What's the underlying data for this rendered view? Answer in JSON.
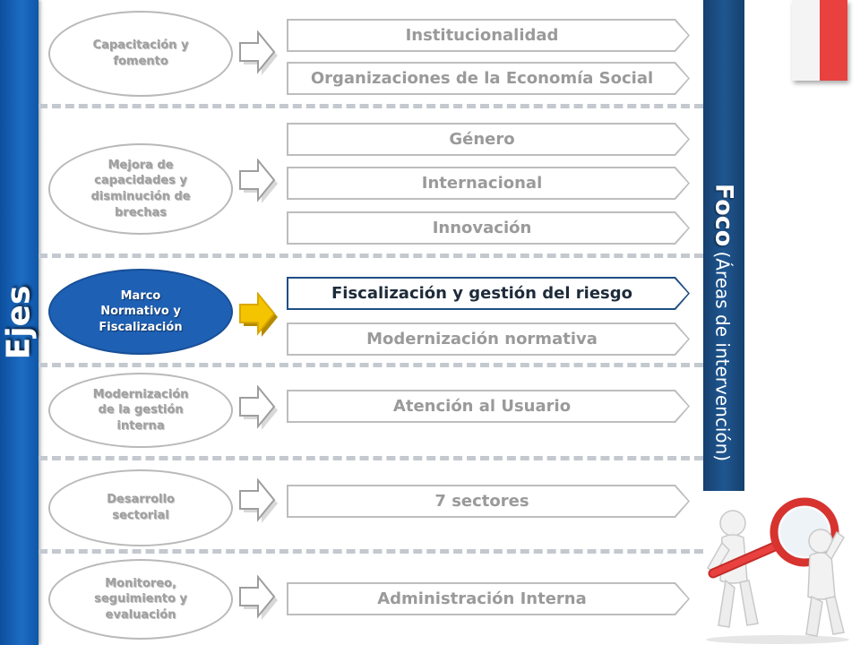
{
  "ejes_label": "Ejes",
  "foco": {
    "title": "Foco",
    "subtitle": "(Áreas de intervención)"
  },
  "ejes": [
    {
      "lines": [
        "Capacitación y",
        "fomento"
      ]
    },
    {
      "lines": [
        "Mejora de",
        "capacidades y",
        "disminución de",
        "brechas"
      ]
    },
    {
      "lines": [
        "Marco",
        "Normativo y",
        "Fiscalización"
      ],
      "active": true
    },
    {
      "lines": [
        "Modernización",
        "de la gestión",
        "interna"
      ]
    },
    {
      "lines": [
        "Desarrollo",
        "sectorial"
      ]
    },
    {
      "lines": [
        "Monitoreo,",
        "seguimiento y",
        "evaluación"
      ]
    }
  ],
  "focos": [
    {
      "label": "Institucionalidad"
    },
    {
      "label": "Organizaciones de la Economía Social"
    },
    {
      "label": "Género"
    },
    {
      "label": "Internacional"
    },
    {
      "label": "Innovación"
    },
    {
      "label": "Fiscalización y gestión del riesgo",
      "active": true
    },
    {
      "label": "Modernización normativa"
    },
    {
      "label": "Atención al Usuario"
    },
    {
      "label": "7 sectores"
    },
    {
      "label": "Administración Interna"
    }
  ],
  "colors": {
    "ejes_bar": "#1a64bd",
    "foco_bar": "#1b4a7e",
    "active_eje": "#1e60b4",
    "active_arrow": "#f5c400",
    "flag_red": "#e8413f"
  },
  "icons": [
    "arrow-right-icon",
    "active-arrow-right-icon",
    "chile-flag-icon",
    "magnifier-illustration"
  ]
}
